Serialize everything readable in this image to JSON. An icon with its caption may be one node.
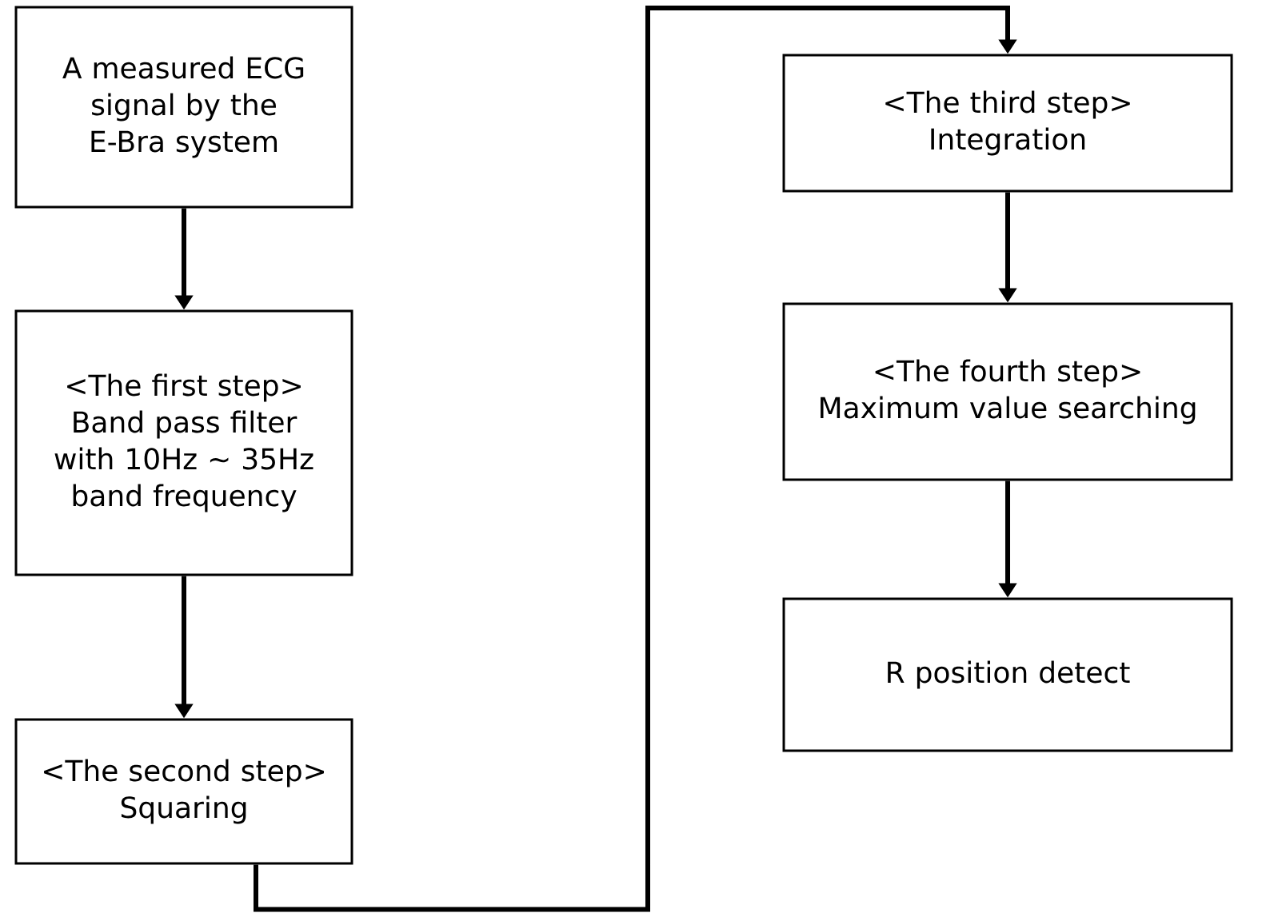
{
  "diagram": {
    "nodes": [
      {
        "text": [
          "A measured ECG signal by the E-Bra system"
        ]
      },
      {
        "text": [
          "<The first step>",
          "Band pass filter with 10Hz ~ 35Hz band frequency"
        ]
      },
      {
        "text": [
          "<The second step>",
          "Squaring"
        ]
      },
      {
        "text": [
          "<The third step>",
          "Integration"
        ]
      },
      {
        "text": [
          "<The fourth step>",
          "Maximum value searching"
        ]
      },
      {
        "text": [
          "R position detect"
        ]
      }
    ],
    "edges": [
      {
        "from": 0,
        "to": 1,
        "arrow": "to"
      },
      {
        "from": 1,
        "to": 2,
        "arrow": "to"
      },
      {
        "from": 2,
        "to": 3,
        "arrow": "to"
      },
      {
        "from": 3,
        "to": 4,
        "arrow": "to"
      },
      {
        "from": 4,
        "to": 5,
        "arrow": "to"
      }
    ]
  }
}
